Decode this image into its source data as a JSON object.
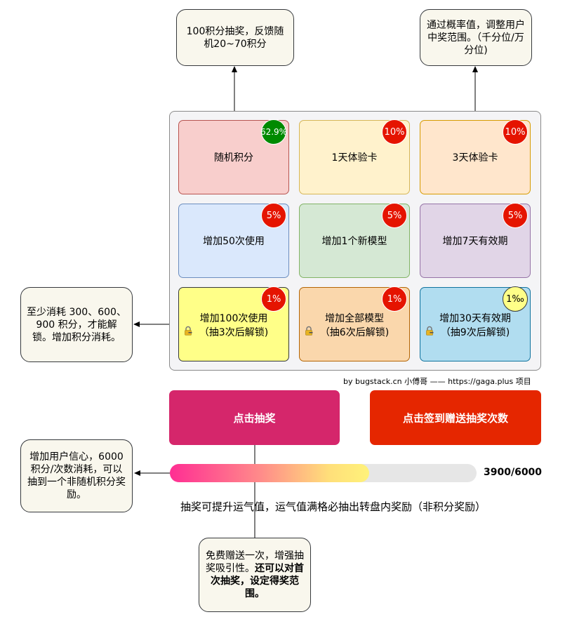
{
  "notes": {
    "top_left": "100积分抽奖，反馈随机20~70积分",
    "top_right": "通过概率值，调整用户中奖范围。（千分位/万分位)",
    "left_mid": "至少消耗 300、600、900 积分，才能解锁。增加积分消耗。",
    "left_bottom": "增加用户信心，6000积分/次数消耗，可以抽到一个非随机积分奖励。",
    "bottom_plain": "免费赠送一次，增强抽奖吸引性。",
    "bottom_bold": "还可以对首次抽奖，设定得奖范围。"
  },
  "cells": [
    {
      "label": "随机积分",
      "badge": "62.9%",
      "fill": "#f8cecc",
      "stroke": "#b85450",
      "badge_color": "#008a00"
    },
    {
      "label": "1天体验卡",
      "badge": "10%",
      "fill": "#fff2cc",
      "stroke": "#d6b656",
      "badge_color": "#e51400"
    },
    {
      "label": "3天体验卡",
      "badge": "10%",
      "fill": "#ffe6cc",
      "stroke": "#d79b00",
      "badge_color": "#e51400"
    },
    {
      "label": "增加50次使用",
      "badge": "5%",
      "fill": "#dae8fc",
      "stroke": "#6c8ebf",
      "badge_color": "#e51400"
    },
    {
      "label": "增加1个新模型",
      "badge": "5%",
      "fill": "#d5e8d4",
      "stroke": "#82b366",
      "badge_color": "#e51400"
    },
    {
      "label": "增加7天有效期",
      "badge": "5%",
      "fill": "#e1d5e7",
      "stroke": "#9673a6",
      "badge_color": "#e51400"
    },
    {
      "label": "增加100次使用",
      "sub": "（抽3次后解锁)",
      "badge": "1%",
      "fill": "#ffff88",
      "stroke": "#36393d",
      "badge_color": "#e51400",
      "lock": true
    },
    {
      "label": "增加全部模型",
      "sub": "（抽6次后解锁)",
      "badge": "1%",
      "fill": "#fad7ac",
      "stroke": "#b46504",
      "badge_color": "#e51400",
      "lock": true
    },
    {
      "label": "增加30天有效期",
      "sub": "（抽9次后解锁)",
      "badge": "1‰",
      "fill": "#b1ddf0",
      "stroke": "#10739e",
      "badge_color": "#ffff88",
      "lock": true
    }
  ],
  "credit": "by bugstack.cn 小傅哥 —— https://gaga.plus 项目",
  "buttons": {
    "draw": "点击抽奖",
    "sign_in": "点击签到赠送抽奖次数"
  },
  "progress": {
    "current": 3900,
    "total": 6000,
    "fraction": 0.65,
    "label": "3900/6000"
  },
  "caption": "抽奖可提升运气值，运气值满格必抽出转盘内奖励（非积分奖励）",
  "colors": {
    "draw_button": "#d5266b",
    "sign_button": "#e52600",
    "note_fill": "#f9f7ed",
    "board_fill": "#f4f4f6"
  }
}
